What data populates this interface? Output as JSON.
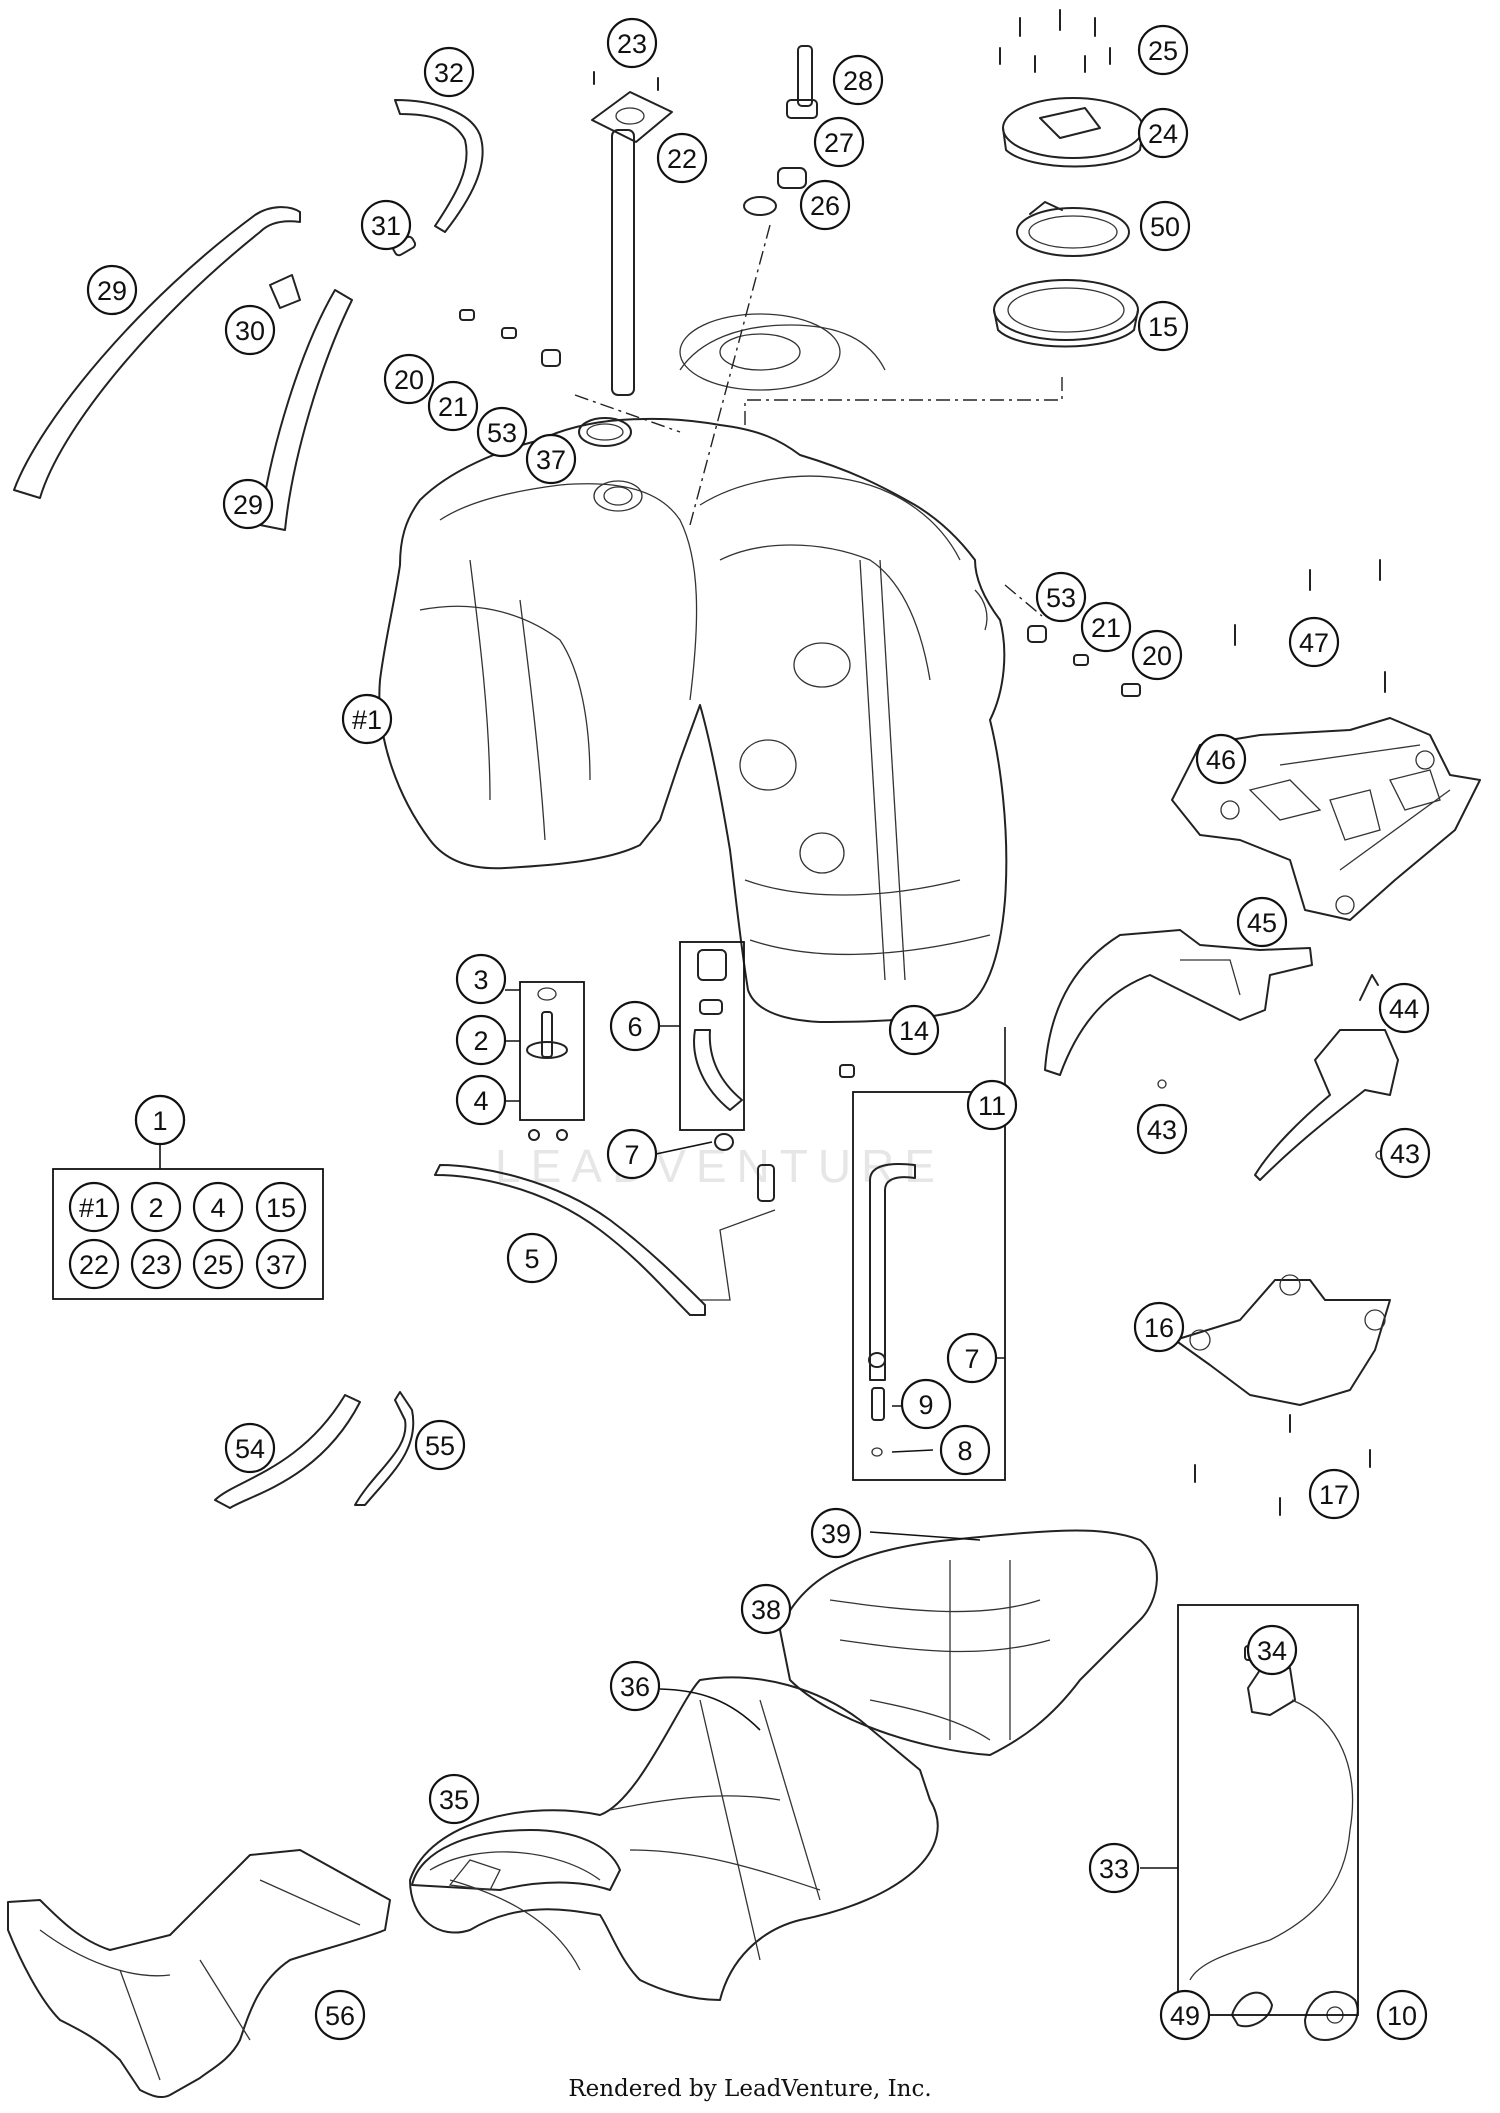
{
  "footer": "Rendered by LeadVenture, Inc.",
  "watermark": "LEADVENTURE",
  "callouts": [
    {
      "label": "1"
    },
    {
      "label": "2"
    },
    {
      "label": "3"
    },
    {
      "label": "4"
    },
    {
      "label": "5"
    },
    {
      "label": "6"
    },
    {
      "label": "7"
    },
    {
      "label": "7"
    },
    {
      "label": "8"
    },
    {
      "label": "9"
    },
    {
      "label": "10"
    },
    {
      "label": "11"
    },
    {
      "label": "14"
    },
    {
      "label": "15"
    },
    {
      "label": "16"
    },
    {
      "label": "17"
    },
    {
      "label": "20"
    },
    {
      "label": "20"
    },
    {
      "label": "21"
    },
    {
      "label": "21"
    },
    {
      "label": "22"
    },
    {
      "label": "23"
    },
    {
      "label": "24"
    },
    {
      "label": "25"
    },
    {
      "label": "26"
    },
    {
      "label": "27"
    },
    {
      "label": "28"
    },
    {
      "label": "29"
    },
    {
      "label": "29"
    },
    {
      "label": "30"
    },
    {
      "label": "31"
    },
    {
      "label": "32"
    },
    {
      "label": "33"
    },
    {
      "label": "34"
    },
    {
      "label": "35"
    },
    {
      "label": "36"
    },
    {
      "label": "37"
    },
    {
      "label": "38"
    },
    {
      "label": "39"
    },
    {
      "label": "43"
    },
    {
      "label": "43"
    },
    {
      "label": "44"
    },
    {
      "label": "45"
    },
    {
      "label": "46"
    },
    {
      "label": "47"
    },
    {
      "label": "49"
    },
    {
      "label": "50"
    },
    {
      "label": "53"
    },
    {
      "label": "53"
    },
    {
      "label": "54"
    },
    {
      "label": "55"
    },
    {
      "label": "56"
    },
    {
      "label": "#1"
    }
  ],
  "kit": {
    "title": "1",
    "items": [
      "#1",
      "2",
      "4",
      "15",
      "22",
      "23",
      "25",
      "37"
    ]
  }
}
